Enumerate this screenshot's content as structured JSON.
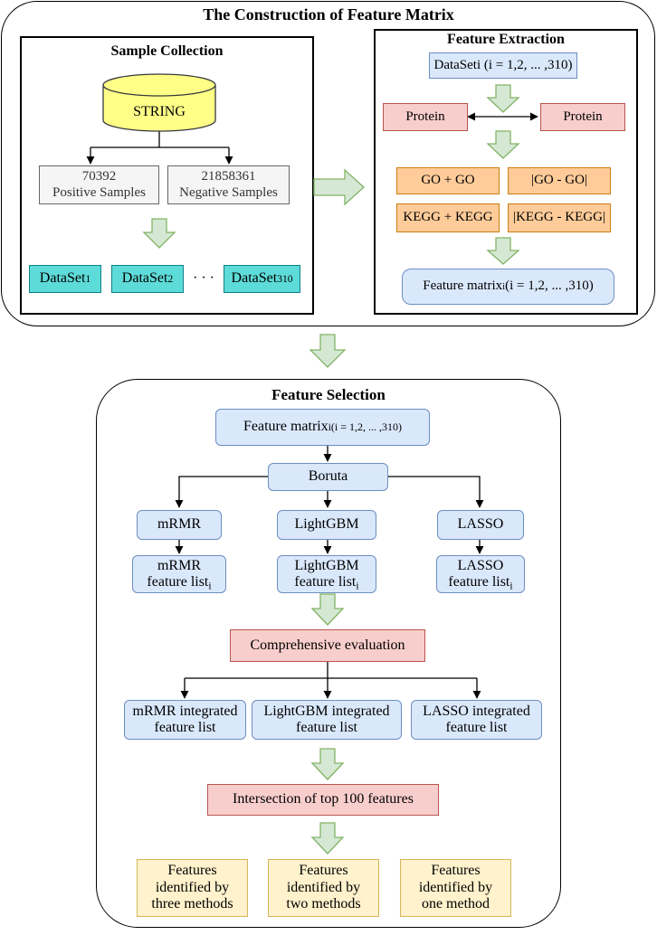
{
  "title": "The Construction of Feature Matrix",
  "sample_collection": {
    "title": "Sample Collection",
    "database": "STRING",
    "positive": {
      "count": "70392",
      "label": "Positive Samples"
    },
    "negative": {
      "count": "21858361",
      "label": "Negative Samples"
    },
    "datasets": [
      {
        "base": "DataSet",
        "sub": "1"
      },
      {
        "base": "DataSet",
        "sub": "2"
      },
      {
        "base": "DataSet",
        "sub": "310"
      }
    ],
    "ellipsis": "· · ·"
  },
  "feature_extraction": {
    "title": "Feature Extraction",
    "dataset": "DataSeti (i = 1,2, ... ,310)",
    "protein_a": "Protein",
    "protein_b": "Protein",
    "go_sum": "GO + GO",
    "go_diff": "|GO - GO|",
    "kegg_sum": "KEGG + KEGG",
    "kegg_diff": "|KEGG - KEGG|",
    "matrix_base": "Feature matrix",
    "matrix_sub": "i",
    "matrix_range": " (i = 1,2, ... ,310)"
  },
  "feature_selection": {
    "title": "Feature Selection",
    "matrix_base": "Feature matrix",
    "matrix_sub": "i",
    "matrix_range": " (i = 1,2, ... ,310)",
    "boruta": "Boruta",
    "methods": [
      {
        "name": "mRMR",
        "list_line1": "mRMR",
        "list_line2": "feature list",
        "list_sub": "i"
      },
      {
        "name": "LightGBM",
        "list_line1": "LightGBM",
        "list_line2": "feature list",
        "list_sub": "i"
      },
      {
        "name": "LASSO",
        "list_line1": "LASSO",
        "list_line2": "feature list",
        "list_sub": "i"
      }
    ],
    "evaluation": "Comprehensive evaluation",
    "integrated": [
      {
        "line1": "mRMR integrated",
        "line2": "feature list"
      },
      {
        "line1": "LightGBM integrated",
        "line2": "feature list"
      },
      {
        "line1": "LASSO integrated",
        "line2": "feature list"
      }
    ],
    "intersection": "Intersection of top 100 features",
    "results": [
      {
        "line1": "Features",
        "line2": "identified by",
        "line3": "three methods"
      },
      {
        "line1": "Features",
        "line2": "identified by",
        "line3": "two methods"
      },
      {
        "line1": "Features",
        "line2": "identified by",
        "line3": "one method"
      }
    ]
  }
}
